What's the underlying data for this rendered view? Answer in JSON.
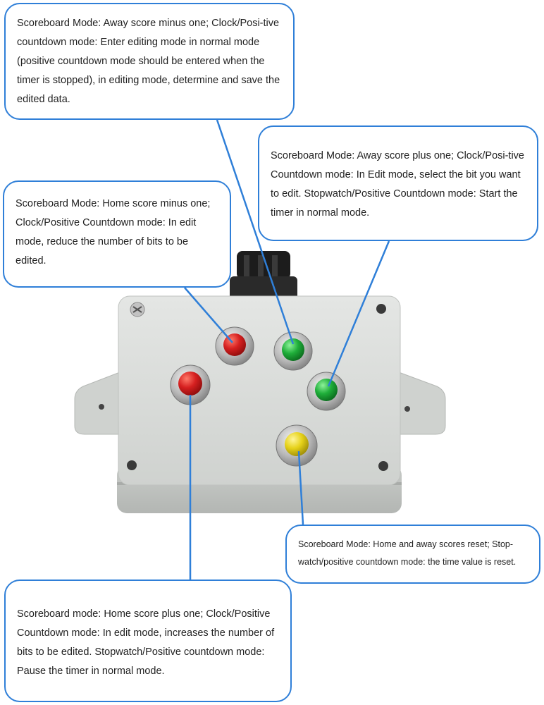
{
  "callouts": {
    "away_minus": "Scoreboard Mode: Away score minus one; Clock/Posi-tive countdown mode: Enter editing mode in normal mode (positive countdown mode should be entered when the timer is stopped), in editing mode, determine and save the edited data.",
    "away_plus": "Scoreboard Mode: Away score plus one; Clock/Posi-tive Countdown mode: In Edit mode, select the bit you want to edit. Stopwatch/Positive Countdown mode: Start the timer in normal mode.",
    "home_minus": "Scoreboard Mode: Home score minus one; Clock/Positive Countdown mode: In edit mode, reduce the number of bits to be edited.",
    "reset": "Scoreboard Mode: Home and away scores reset; Stop-watch/positive countdown mode: the time value is reset.",
    "home_plus": "Scoreboard mode: Home score plus one; Clock/Positive Countdown mode: In edit mode, increases the number of bits to be edited. Stopwatch/Positive countdown mode: Pause the timer in normal mode."
  },
  "colors": {
    "callout_border": "#2f7fd8",
    "leader_line": "#2f7fd8",
    "box_body": "#d9dcd9",
    "button_red": "#d62020",
    "button_green": "#1fae3a",
    "button_yellow": "#e6d21a"
  },
  "buttons": [
    {
      "name": "home-minus-button",
      "color": "red"
    },
    {
      "name": "away-minus-button",
      "color": "green"
    },
    {
      "name": "home-plus-button",
      "color": "red"
    },
    {
      "name": "away-plus-button",
      "color": "green"
    },
    {
      "name": "reset-button",
      "color": "yellow"
    }
  ]
}
